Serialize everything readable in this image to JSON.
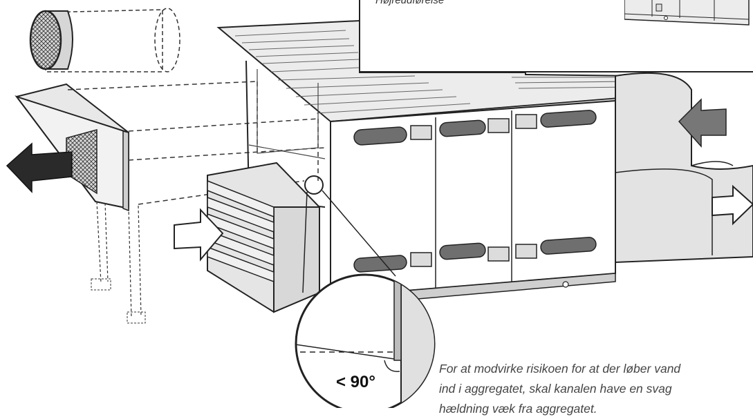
{
  "inset": {
    "title": "Højreudførelse"
  },
  "detail": {
    "angle_label": "< 90°"
  },
  "caption": {
    "line1": "For at modvirke risikoen for at der løber vand",
    "line2": "ind i aggregatet, skal kanalen have en svag",
    "line3": "hældning væk fra aggregatet."
  },
  "colors": {
    "outline": "#222222",
    "panel_gray": "#e3e3e3",
    "dark_slot": "#6f6f6f",
    "arrow_dark": "#2a2a2a",
    "arrow_mid": "#777777"
  }
}
